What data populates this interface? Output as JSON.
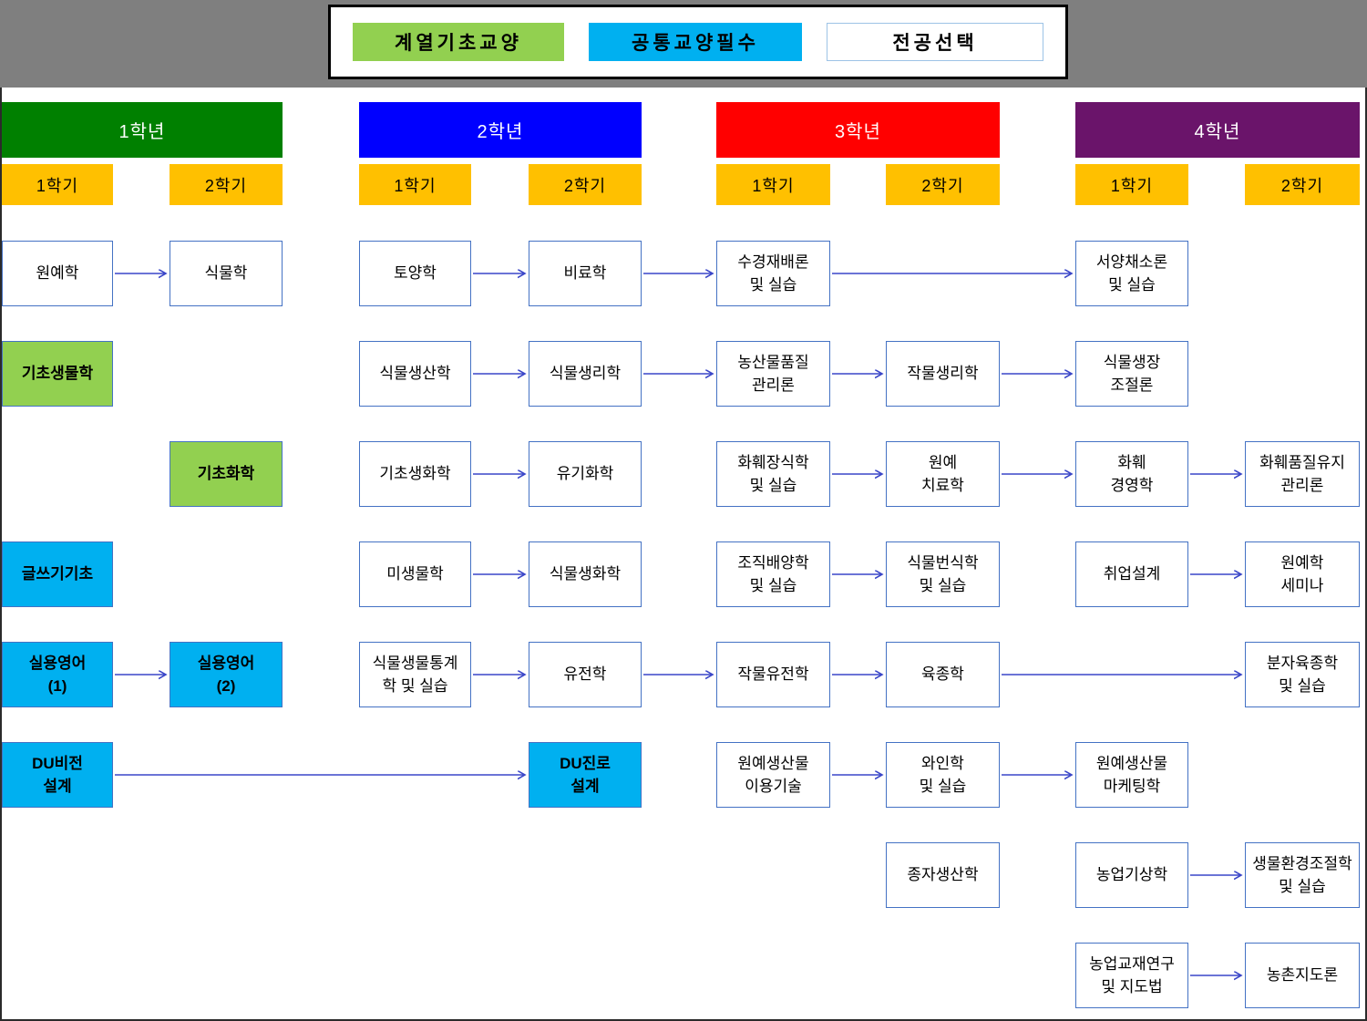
{
  "legend": {
    "items": [
      {
        "id": "basic-liberal",
        "label": "계열기초교양",
        "type": "green"
      },
      {
        "id": "common-required",
        "label": "공통교양필수",
        "type": "cyan"
      },
      {
        "id": "major-elective",
        "label": "전공선택",
        "type": "white"
      }
    ]
  },
  "colors": {
    "green": "#92D050",
    "cyan": "#00B0F0",
    "semester": "#FFC000",
    "arrow": "#3A46C8",
    "box_border": "#4472C4"
  },
  "years": [
    {
      "label": "1학년",
      "color": "#008000",
      "semesters": [
        "1학기",
        "2학기"
      ]
    },
    {
      "label": "2학년",
      "color": "#0000FF",
      "semesters": [
        "1학기",
        "2학기"
      ]
    },
    {
      "label": "3학년",
      "color": "#FF0000",
      "semesters": [
        "1학기",
        "2학기"
      ]
    },
    {
      "label": "4학년",
      "color": "#6A146A",
      "semesters": [
        "1학기",
        "2학기"
      ]
    }
  ],
  "courses": [
    {
      "id": "hort101",
      "col": 1,
      "row": 1,
      "type": "white",
      "label": "원예학"
    },
    {
      "id": "biol-basic",
      "col": 1,
      "row": 2,
      "type": "green",
      "label": "기초생물학"
    },
    {
      "id": "writing-basic",
      "col": 1,
      "row": 4,
      "type": "cyan",
      "label": "글쓰기기초"
    },
    {
      "id": "practical-eng1",
      "col": 1,
      "row": 5,
      "type": "cyan",
      "label": "실용영어\n(1)"
    },
    {
      "id": "du-vision",
      "col": 1,
      "row": 6,
      "type": "cyan",
      "label": "DU비전\n설계"
    },
    {
      "id": "botany",
      "col": 2,
      "row": 1,
      "type": "white",
      "label": "식물학"
    },
    {
      "id": "chem-basic",
      "col": 2,
      "row": 3,
      "type": "green",
      "label": "기초화학"
    },
    {
      "id": "practical-eng2",
      "col": 2,
      "row": 5,
      "type": "cyan",
      "label": "실용영어\n(2)"
    },
    {
      "id": "soil-science",
      "col": 3,
      "row": 1,
      "type": "white",
      "label": "토양학"
    },
    {
      "id": "plant-production",
      "col": 3,
      "row": 2,
      "type": "white",
      "label": "식물생산학"
    },
    {
      "id": "biochem-basic",
      "col": 3,
      "row": 3,
      "type": "white",
      "label": "기초생화학"
    },
    {
      "id": "microbiology",
      "col": 3,
      "row": 4,
      "type": "white",
      "label": "미생물학"
    },
    {
      "id": "plant-biostat",
      "col": 3,
      "row": 5,
      "type": "white",
      "label": "식물생물통계\n학 및 실습"
    },
    {
      "id": "fertilizer",
      "col": 4,
      "row": 1,
      "type": "white",
      "label": "비료학"
    },
    {
      "id": "plant-physiology",
      "col": 4,
      "row": 2,
      "type": "white",
      "label": "식물생리학"
    },
    {
      "id": "organic-chem",
      "col": 4,
      "row": 3,
      "type": "white",
      "label": "유기화학"
    },
    {
      "id": "plant-biochem",
      "col": 4,
      "row": 4,
      "type": "white",
      "label": "식물생화학"
    },
    {
      "id": "genetics",
      "col": 4,
      "row": 5,
      "type": "white",
      "label": "유전학"
    },
    {
      "id": "du-career",
      "col": 4,
      "row": 6,
      "type": "cyan",
      "label": "DU진로\n설계"
    },
    {
      "id": "hydroponics",
      "col": 5,
      "row": 1,
      "type": "white",
      "label": "수경재배론\n및 실습"
    },
    {
      "id": "produce-quality",
      "col": 5,
      "row": 2,
      "type": "white",
      "label": "농산물품질\n관리론"
    },
    {
      "id": "floral-design",
      "col": 5,
      "row": 3,
      "type": "white",
      "label": "화훼장식학\n및 실습"
    },
    {
      "id": "tissue-culture",
      "col": 5,
      "row": 4,
      "type": "white",
      "label": "조직배양학\n및 실습"
    },
    {
      "id": "crop-genetics",
      "col": 5,
      "row": 5,
      "type": "white",
      "label": "작물유전학"
    },
    {
      "id": "hort-produce-use",
      "col": 5,
      "row": 6,
      "type": "white",
      "label": "원예생산물\n이용기술"
    },
    {
      "id": "crop-physiology",
      "col": 6,
      "row": 2,
      "type": "white",
      "label": "작물생리학"
    },
    {
      "id": "hort-therapy",
      "col": 6,
      "row": 3,
      "type": "white",
      "label": "원예\n치료학"
    },
    {
      "id": "plant-propagation",
      "col": 6,
      "row": 4,
      "type": "white",
      "label": "식물번식학\n및 실습"
    },
    {
      "id": "breeding",
      "col": 6,
      "row": 5,
      "type": "white",
      "label": "육종학"
    },
    {
      "id": "wine-practice",
      "col": 6,
      "row": 6,
      "type": "white",
      "label": "와인학\n및 실습"
    },
    {
      "id": "seed-production",
      "col": 6,
      "row": 7,
      "type": "white",
      "label": "종자생산학"
    },
    {
      "id": "western-veg",
      "col": 7,
      "row": 1,
      "type": "white",
      "label": "서양채소론\n및 실습"
    },
    {
      "id": "growth-regulation",
      "col": 7,
      "row": 2,
      "type": "white",
      "label": "식물생장\n조절론"
    },
    {
      "id": "floral-mgmt",
      "col": 7,
      "row": 3,
      "type": "white",
      "label": "화훼\n경영학"
    },
    {
      "id": "career-design",
      "col": 7,
      "row": 4,
      "type": "white",
      "label": "취업설계"
    },
    {
      "id": "hort-marketing",
      "col": 7,
      "row": 6,
      "type": "white",
      "label": "원예생산물\n마케팅학"
    },
    {
      "id": "agri-meteorology",
      "col": 7,
      "row": 7,
      "type": "white",
      "label": "농업기상학"
    },
    {
      "id": "agri-teaching",
      "col": 7,
      "row": 8,
      "type": "white",
      "label": "농업교재연구\n및 지도법"
    },
    {
      "id": "flower-quality",
      "col": 8,
      "row": 3,
      "type": "white",
      "label": "화훼품질유지\n관리론"
    },
    {
      "id": "hort-seminar",
      "col": 8,
      "row": 4,
      "type": "white",
      "label": "원예학\n세미나"
    },
    {
      "id": "mol-breeding",
      "col": 8,
      "row": 5,
      "type": "white",
      "label": "분자육종학\n및 실습"
    },
    {
      "id": "bioenv-control",
      "col": 8,
      "row": 7,
      "type": "white",
      "label": "생물환경조절학\n및 실습"
    },
    {
      "id": "rural-guidance",
      "col": 8,
      "row": 8,
      "type": "white",
      "label": "농촌지도론"
    }
  ],
  "arrows": [
    {
      "from": "hort101",
      "to": "botany"
    },
    {
      "from": "soil-science",
      "to": "fertilizer"
    },
    {
      "from": "fertilizer",
      "to": "hydroponics"
    },
    {
      "from": "hydroponics",
      "to": "western-veg"
    },
    {
      "from": "plant-production",
      "to": "plant-physiology"
    },
    {
      "from": "plant-physiology",
      "to": "produce-quality"
    },
    {
      "from": "produce-quality",
      "to": "crop-physiology"
    },
    {
      "from": "crop-physiology",
      "to": "growth-regulation"
    },
    {
      "from": "biochem-basic",
      "to": "organic-chem"
    },
    {
      "from": "floral-design",
      "to": "hort-therapy"
    },
    {
      "from": "hort-therapy",
      "to": "floral-mgmt"
    },
    {
      "from": "floral-mgmt",
      "to": "flower-quality"
    },
    {
      "from": "microbiology",
      "to": "plant-biochem"
    },
    {
      "from": "tissue-culture",
      "to": "plant-propagation"
    },
    {
      "from": "career-design",
      "to": "hort-seminar"
    },
    {
      "from": "practical-eng1",
      "to": "practical-eng2"
    },
    {
      "from": "plant-biostat",
      "to": "genetics"
    },
    {
      "from": "genetics",
      "to": "crop-genetics"
    },
    {
      "from": "crop-genetics",
      "to": "breeding"
    },
    {
      "from": "breeding",
      "to": "mol-breeding"
    },
    {
      "from": "du-vision",
      "to": "du-career"
    },
    {
      "from": "hort-produce-use",
      "to": "wine-practice"
    },
    {
      "from": "wine-practice",
      "to": "hort-marketing"
    },
    {
      "from": "agri-meteorology",
      "to": "bioenv-control"
    },
    {
      "from": "agri-teaching",
      "to": "rural-guidance"
    }
  ]
}
